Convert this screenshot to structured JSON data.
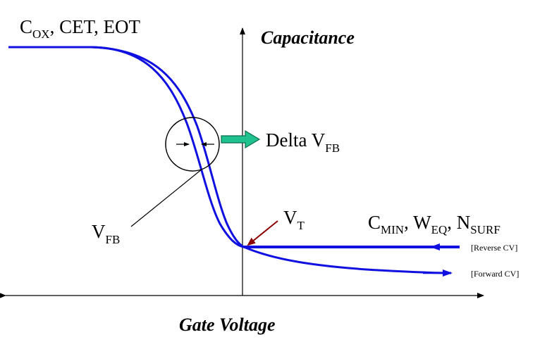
{
  "axes": {
    "y_label": "Capacitance",
    "x_label": "Gate Voltage"
  },
  "labels": {
    "cox": {
      "c": "C",
      "ox": "OX",
      "rest": ", CET, EOT"
    },
    "delta_vfb": {
      "main": "Delta V",
      "sub": "FB"
    },
    "vfb": {
      "main": "V",
      "sub": "FB"
    },
    "vt": {
      "main": "V",
      "sub": "T"
    },
    "cmin": {
      "c": "C",
      "min": "MIN",
      "sep1": ", W",
      "eq": "EQ",
      "sep2": ", N",
      "surf": "SURF"
    },
    "reverse_cv": "[Reverse CV]",
    "forward_cv": "[Forward CV]"
  },
  "colors": {
    "curve": "#1010e0",
    "delta_arrow_fill": "#1fc28f",
    "delta_arrow_stroke": "#0a6b4a",
    "vt_arrow": "#8b0000",
    "axis": "#000000"
  }
}
